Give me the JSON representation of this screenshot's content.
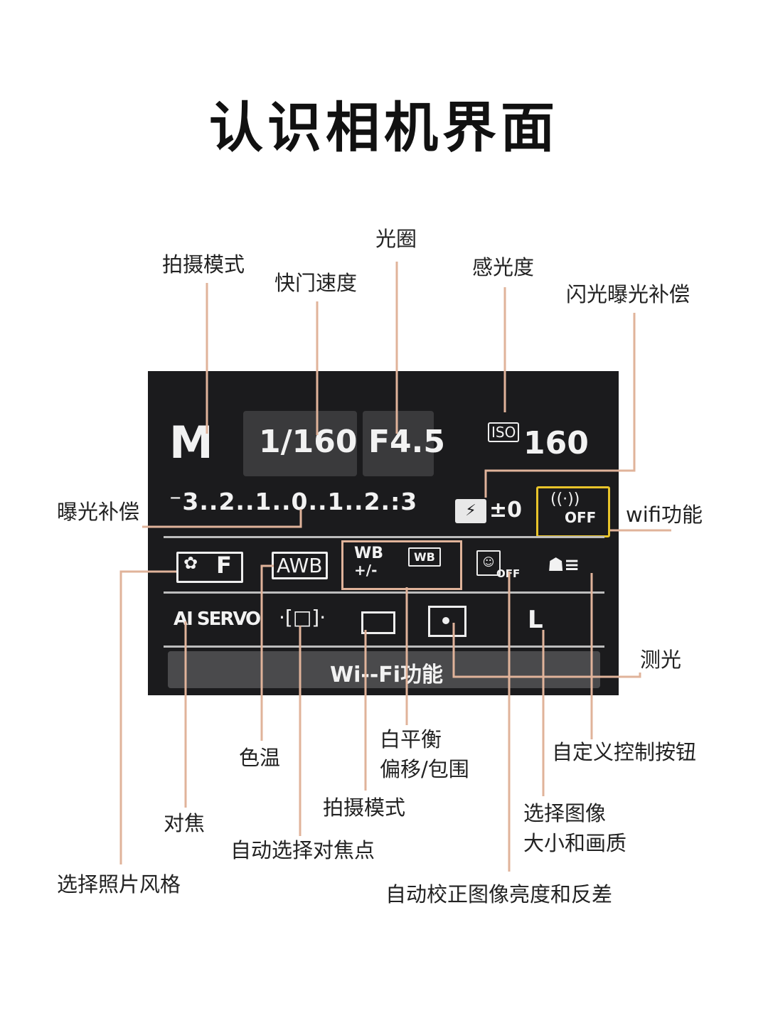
{
  "title": "认识相机界面",
  "screen": {
    "mode": "M",
    "shutter": "1/160",
    "aperture": "F4.5",
    "iso_badge": "ISO",
    "iso_value": "160",
    "exposure_scale": "⁻3..2..1..0..1..2.:3",
    "flash_comp": "±0",
    "wifi_status": "OFF",
    "picture_style": "F",
    "white_balance": "AWB",
    "wb_shift_top": "WB",
    "wb_shift_bottom": "+/-",
    "wb_bracket": "WB",
    "alo_off": "OFF",
    "af_mode": "AI SERVO",
    "image_quality": "L",
    "bottom_bar": "Wi--Fi功能"
  },
  "labels": {
    "shooting_mode_top": "拍摄模式",
    "shutter_speed": "快门速度",
    "aperture": "光圈",
    "iso": "感光度",
    "flash_exposure_comp": "闪光曝光补偿",
    "exposure_comp": "曝光补偿",
    "wifi": "wifi功能",
    "metering": "测光",
    "color_temp": "色温",
    "wb_line1": "白平衡",
    "wb_line2": "偏移/包围",
    "custom_controls": "自定义控制按钮",
    "shooting_mode_bottom": "拍摄模式",
    "image_quality_line1": "选择图像",
    "image_quality_line2": "大小和画质",
    "focus": "对焦",
    "af_point": "自动选择对焦点",
    "picture_style": "选择照片风格",
    "alo": "自动校正图像亮度和反差"
  },
  "colors": {
    "leader_line": "#e0b39a",
    "wifi_highlight": "#e8c42a",
    "screen_bg": "#1b1b1d"
  }
}
